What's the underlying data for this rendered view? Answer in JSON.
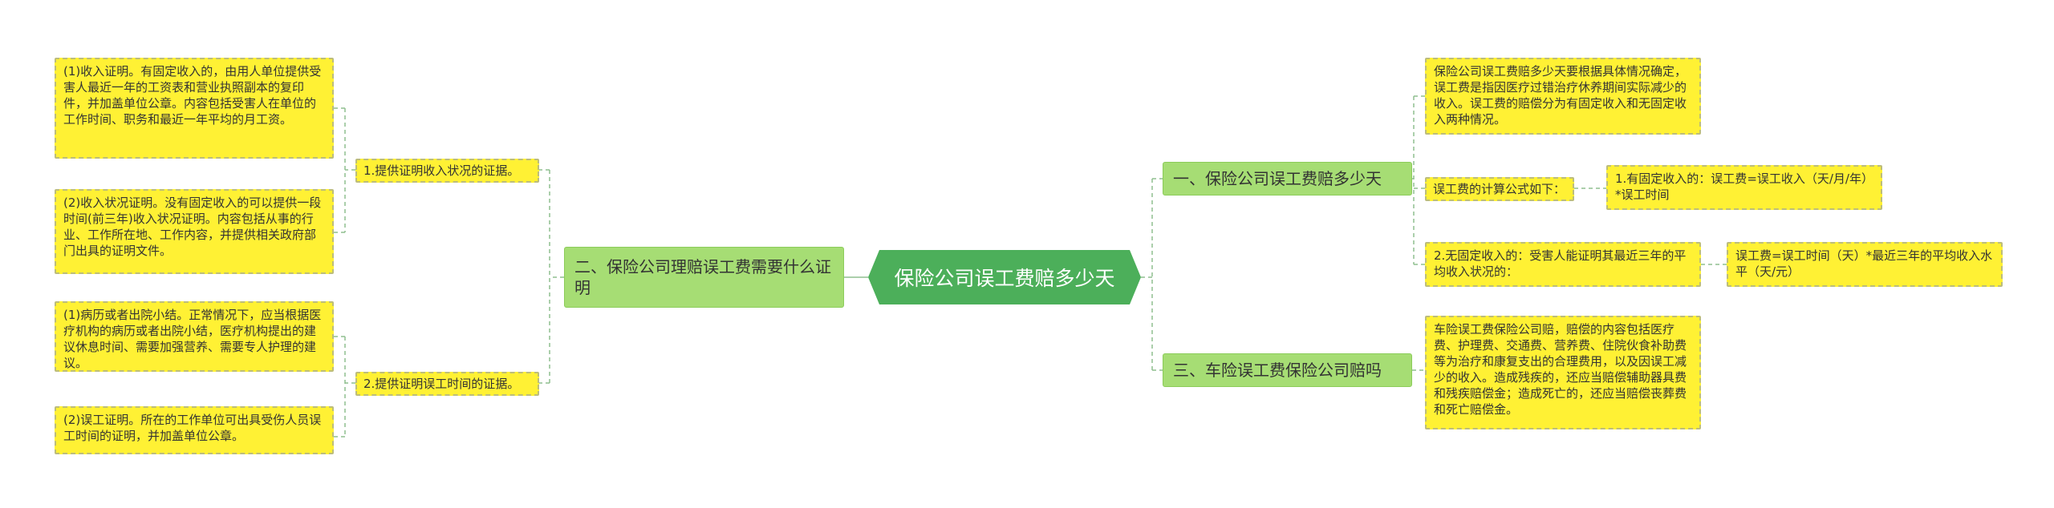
{
  "root": {
    "label": "保险公司误工费赔多少天"
  },
  "left": {
    "branch": {
      "label": "二、保险公司理赔误工费需要什么证明"
    },
    "sub1": {
      "label": "1.提供证明收入状况的证据。"
    },
    "sub1_items": [
      "(1)收入证明。有固定收入的，由用人单位提供受害人最近一年的工资表和营业执照副本的复印件，并加盖单位公章。内容包括受害人在单位的工作时间、职务和最近一年平均的月工资。",
      "(2)收入状况证明。没有固定收入的可以提供一段时间(前三年)收入状况证明。内容包括从事的行业、工作所在地、工作内容，并提供相关政府部门出具的证明文件。"
    ],
    "sub2": {
      "label": "2.提供证明误工时间的证据。"
    },
    "sub2_items": [
      "(1)病历或者出院小结。正常情况下，应当根据医疗机构的病历或者出院小结，医疗机构提出的建议休息时间、需要加强营养、需要专人护理的建议。",
      "(2)误工证明。所在的工作单位可出具受伤人员误工时间的证明，并加盖单位公章。"
    ]
  },
  "right": {
    "branch1": {
      "label": "一、保险公司误工费赔多少天",
      "desc": "保险公司误工费赔多少天要根据具体情况确定，误工费是指因医疗过错治疗休养期间实际减少的收入。误工费的赔偿分为有固定收入和无固定收入两种情况。",
      "formula_label": "误工费的计算公式如下：",
      "formula_fixed": "1.有固定收入的：误工费=误工收入（天/月/年）*误工时间",
      "no_fixed_label": "2.无固定收入的：受害人能证明其最近三年的平均收入状况的：",
      "no_fixed_formula": "误工费=误工时间（天）*最近三年的平均收入水平（天/元）"
    },
    "branch3": {
      "label": "三、车险误工费保险公司赔吗",
      "desc": "车险误工费保险公司赔，赔偿的内容包括医疗费、护理费、交通费、营养费、住院伙食补助费等为治疗和康复支出的合理费用，以及因误工减少的收入。造成残疾的，还应当赔偿辅助器具费和残疾赔偿金；造成死亡的，还应当赔偿丧葬费和死亡赔偿金。"
    }
  },
  "colors": {
    "root": "#4caf5a",
    "branch": "#a6dd74",
    "leaf": "#fff134",
    "connector": "#8fbf8f"
  }
}
